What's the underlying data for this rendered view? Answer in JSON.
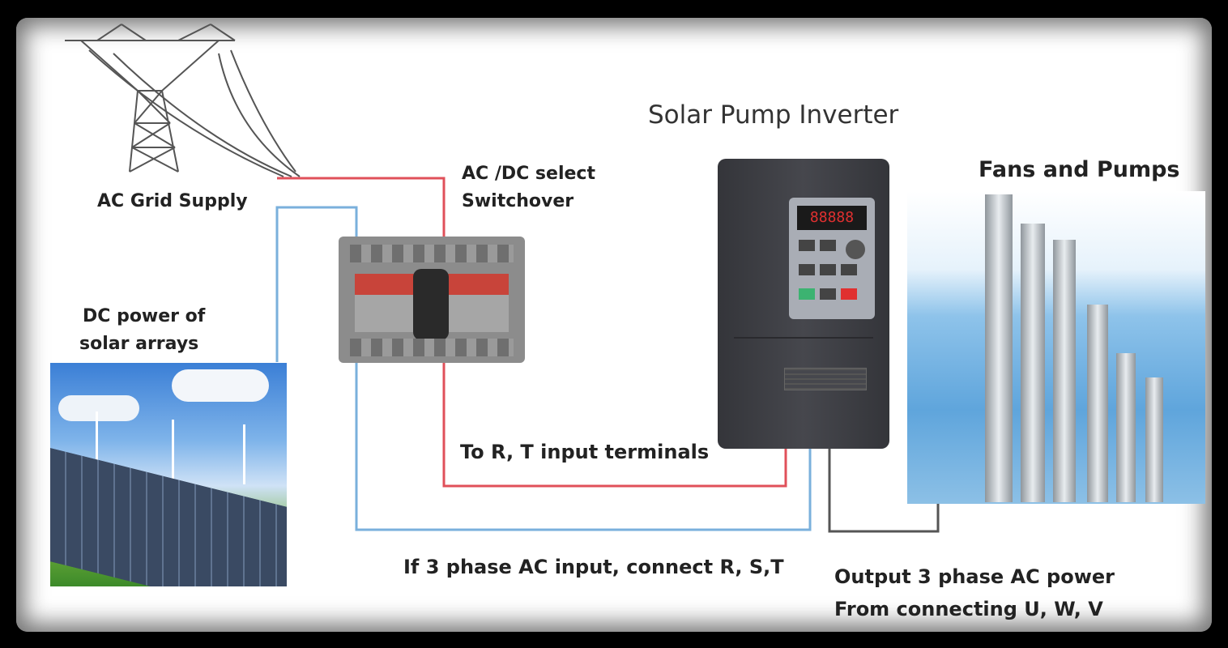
{
  "labels": {
    "ac_grid_supply": "AC Grid Supply",
    "acdc_select_line1": "AC /DC select",
    "acdc_select_line2": "Switchover",
    "solar_pump_inverter": "Solar Pump Inverter",
    "fans_and_pumps": "Fans and Pumps",
    "dc_power_line1": "DC power of",
    "dc_power_line2": "solar  arrays",
    "to_rt_terminals": "To R,  T input terminals",
    "three_phase_input": "If 3 phase AC input, connect  R, S,T",
    "output_line1": "Output 3 phase  AC power",
    "output_line2": "From connecting U, W, V"
  },
  "colors": {
    "red_wire": "#e0505a",
    "blue_wire": "#7ab0dc",
    "gray_wire": "#555555",
    "inverter_body": "#3f4046",
    "keypad_panel": "#a9adb5",
    "display_red": "#e03030",
    "switch_body": "#8c8c8c",
    "switch_band": "#c8443a"
  }
}
